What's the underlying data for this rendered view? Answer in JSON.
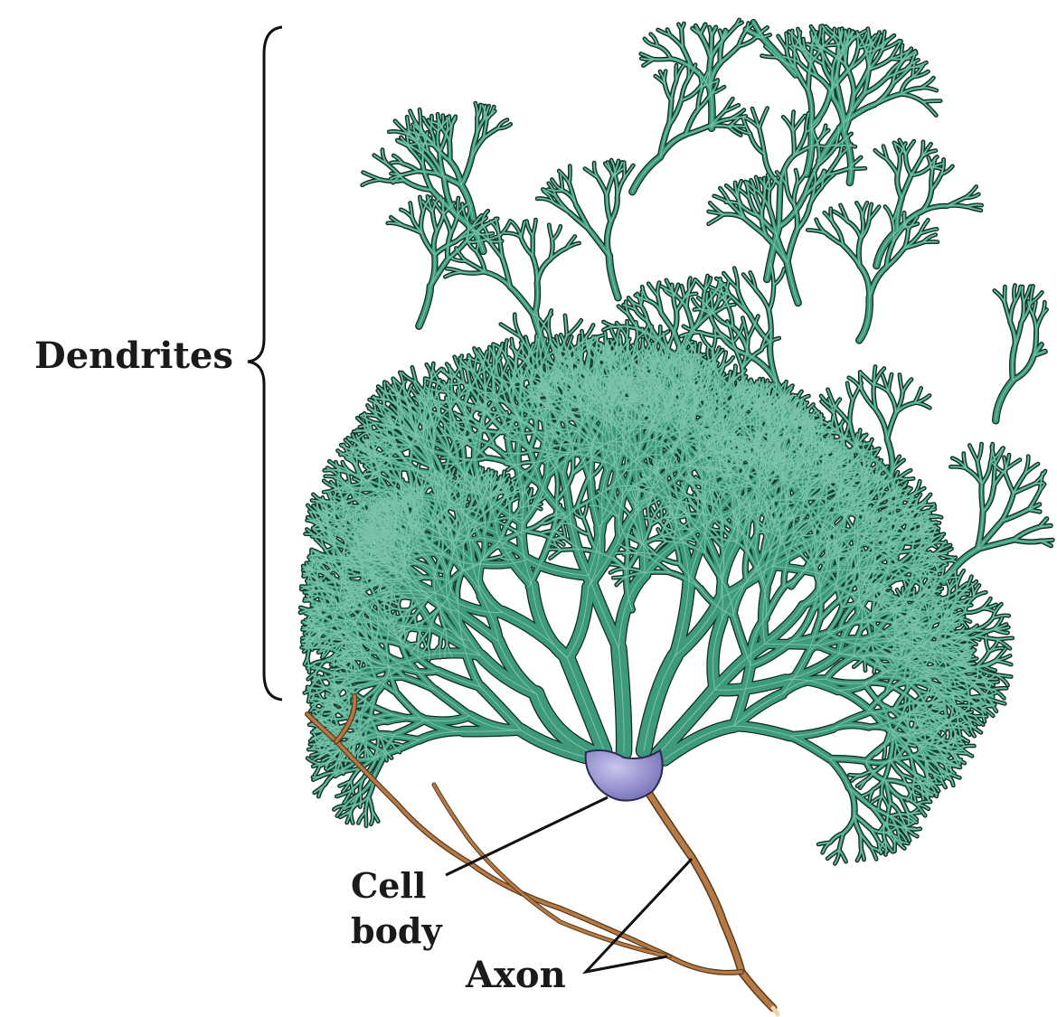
{
  "diagram": {
    "labels": {
      "dendrites": "Dendrites",
      "cell_body_line1": "Cell",
      "cell_body_line2": "body",
      "axon": "Axon"
    },
    "colors": {
      "dendrite_fill": "#3e9a7d",
      "dendrite_light": "#7cc3aa",
      "dendrite_outline": "#0f2a22",
      "cell_body_fill": "#8a86c9",
      "cell_body_outline": "#2b2a4d",
      "axon_fill": "#b57a45",
      "axon_outline": "#5a3a1c",
      "leader_line": "#111111",
      "bracket": "#111111"
    }
  }
}
